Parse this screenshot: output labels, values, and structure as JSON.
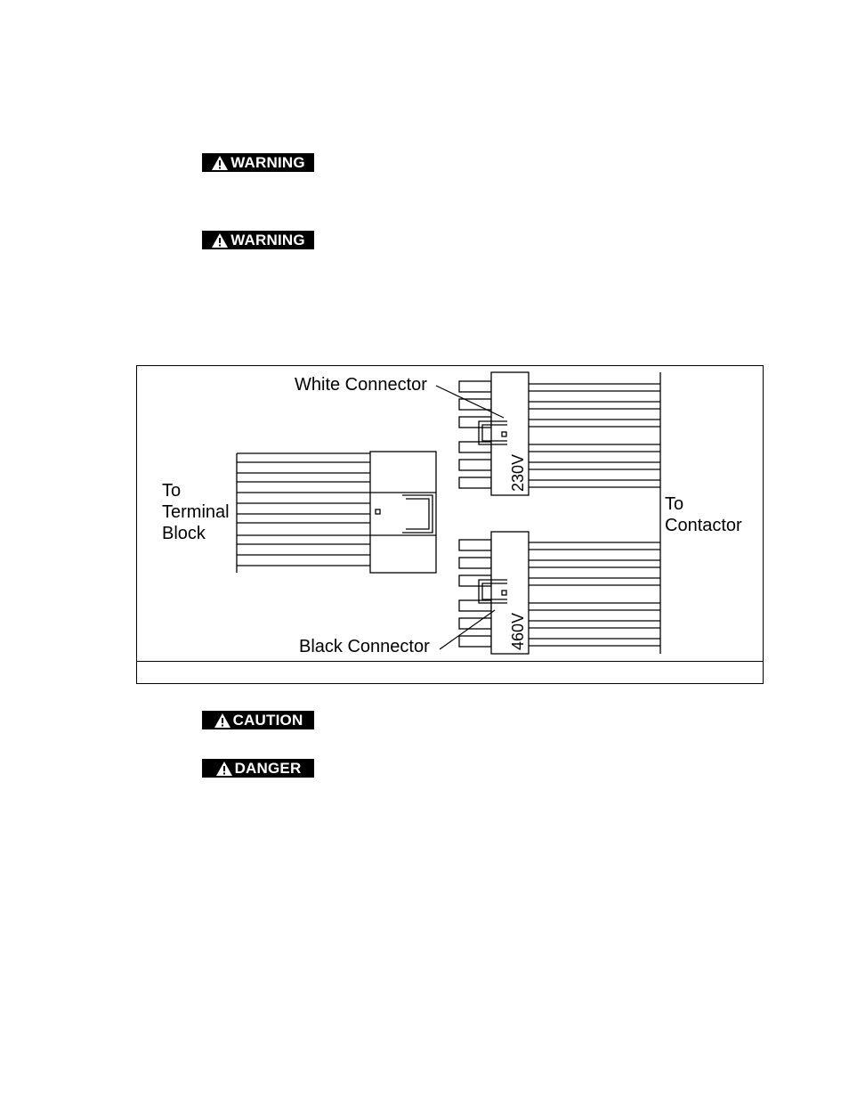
{
  "badges": [
    {
      "label": "WARNING",
      "icon": "warning-triangle-icon"
    },
    {
      "label": "WARNING",
      "icon": "warning-triangle-icon"
    },
    {
      "label": "CAUTION",
      "icon": "warning-triangle-icon"
    },
    {
      "label": "DANGER",
      "icon": "warning-triangle-icon"
    }
  ],
  "diagram": {
    "white_connector": "White Connector",
    "black_connector": "Black Connector",
    "terminal_block": [
      "To",
      "Terminal",
      "Block"
    ],
    "contactor": [
      "To",
      "Contactor"
    ],
    "voltage_top": "230V",
    "voltage_bottom": "460V"
  },
  "colors": {
    "badge_bg": "#000000",
    "badge_text": "#ffffff",
    "line": "#000000",
    "diagram_bg": "#ffffff"
  }
}
